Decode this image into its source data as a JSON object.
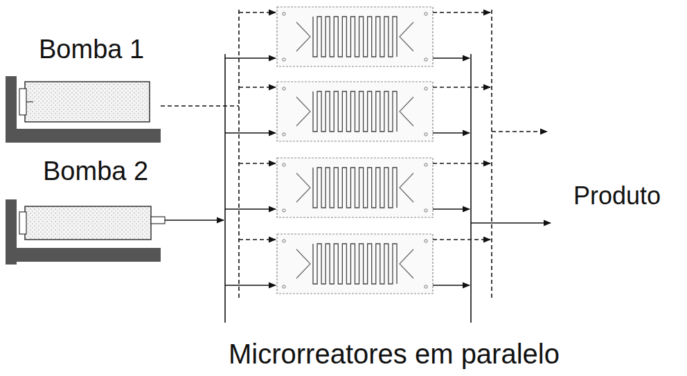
{
  "diagram": {
    "nodes": [
      {
        "text": [
          "Bomba 1"
        ]
      },
      {
        "text": [
          "Bomba 2"
        ]
      }
    ],
    "labels": [
      "Produto",
      "Microrreatores em paralelo"
    ]
  }
}
